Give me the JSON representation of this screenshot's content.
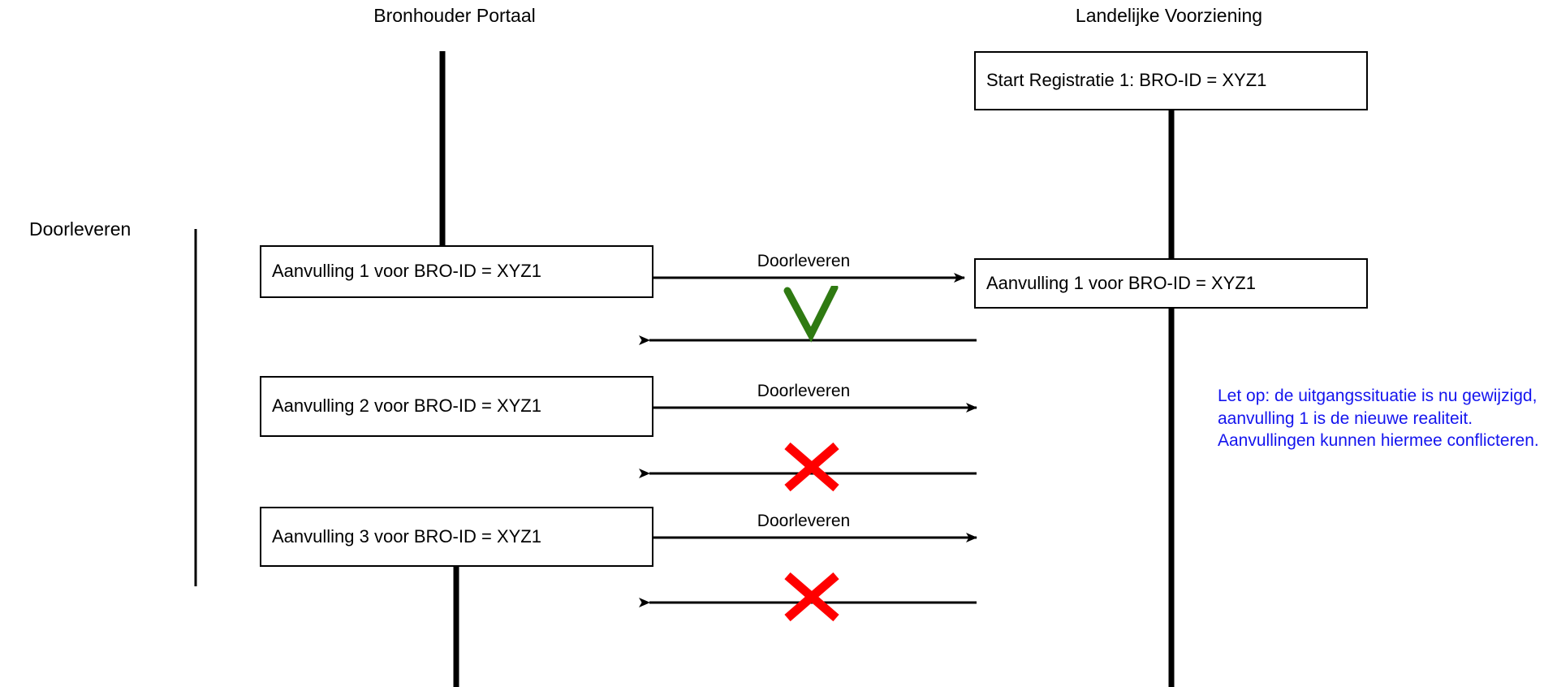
{
  "diagram": {
    "type": "sequence-diagram",
    "title_left": "Bronhouder Portaal",
    "title_right": "Landelijke Voorziening",
    "phase_label": "Doorleveren",
    "colors": {
      "line": "#000000",
      "success": "#2F7A12",
      "failure": "#FF0000",
      "note": "#1414EE"
    },
    "lanes": [
      {
        "name": "Bronhouder Portaal",
        "side": "left"
      },
      {
        "name": "Landelijke Voorziening",
        "side": "right"
      }
    ],
    "boxes": {
      "lv_start": "Start Registratie 1: BRO-ID = XYZ1",
      "lv_aanvulling1": "Aanvulling 1 voor BRO-ID = XYZ1",
      "bp_aanvulling1": "Aanvulling 1 voor BRO-ID = XYZ1",
      "bp_aanvulling2": "Aanvulling 2 voor BRO-ID = XYZ1",
      "bp_aanvulling3": "Aanvulling 3 voor BRO-ID = XYZ1"
    },
    "arrows": {
      "send1_label": "Doorleveren",
      "send2_label": "Doorleveren",
      "send3_label": "Doorleveren"
    },
    "markers": {
      "round1_result": "check-green",
      "round2_result": "cross-red",
      "round3_result": "cross-red"
    },
    "note_text": "Let op: de uitgangssituatie is nu gewijzigd, aanvulling 1 is de nieuwe realiteit. Aanvullingen kunnen hiermee conflicteren."
  }
}
